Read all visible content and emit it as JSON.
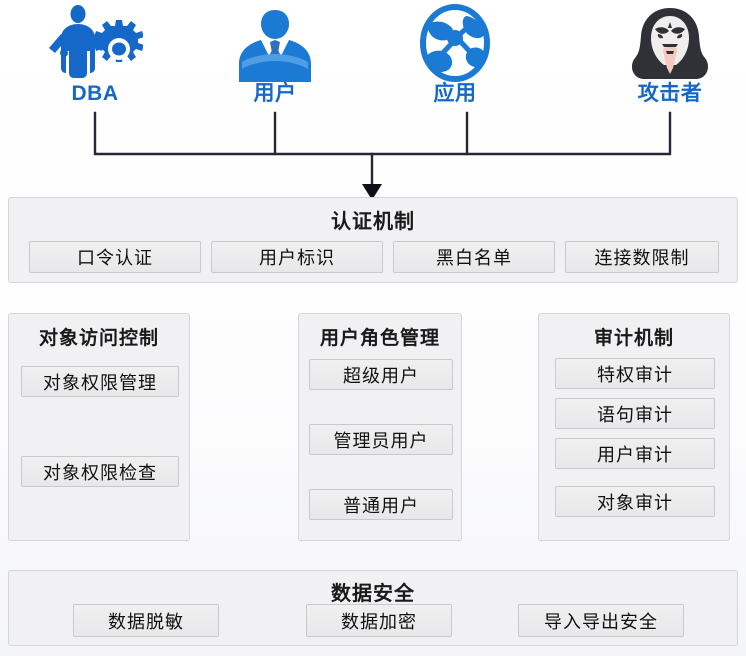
{
  "actors": [
    {
      "id": "dba",
      "label": "DBA",
      "icon": "dba-gear-person-icon"
    },
    {
      "id": "user",
      "label": "用户",
      "icon": "business-user-icon"
    },
    {
      "id": "app",
      "label": "应用",
      "icon": "application-network-globe-icon"
    },
    {
      "id": "attacker",
      "label": "攻击者",
      "icon": "hacker-mask-icon"
    }
  ],
  "auth": {
    "title": "认证机制",
    "items": [
      {
        "label": "口令认证"
      },
      {
        "label": "用户标识"
      },
      {
        "label": "黑白名单"
      },
      {
        "label": "连接数限制"
      }
    ]
  },
  "columns": [
    {
      "id": "object-access-control",
      "title": "对象访问控制",
      "items": [
        {
          "label": "对象权限管理"
        },
        {
          "label": "对象权限检查"
        }
      ]
    },
    {
      "id": "user-role-management",
      "title": "用户角色管理",
      "items": [
        {
          "label": "超级用户"
        },
        {
          "label": "管理员用户"
        },
        {
          "label": "普通用户"
        }
      ]
    },
    {
      "id": "audit-mechanism",
      "title": "审计机制",
      "items": [
        {
          "label": "特权审计"
        },
        {
          "label": "语句审计"
        },
        {
          "label": "用户审计"
        },
        {
          "label": "对象审计"
        }
      ]
    }
  ],
  "data_security": {
    "title": "数据安全",
    "items": [
      {
        "label": "数据脱敏"
      },
      {
        "label": "数据加密"
      },
      {
        "label": "导入导出安全"
      }
    ]
  },
  "colors": {
    "actor_blue": "#1668c8",
    "icon_blue": "#1b7ad4",
    "hacker_dark": "#2f3136",
    "panel_bg": "#f1f1f3",
    "panel_border": "#d6d6da",
    "chip_bg": "#ececed",
    "chip_border": "#c9c9cd",
    "connector": "#2b2438"
  },
  "connector": {
    "name": "actors-to-auth-flow",
    "arrow_direction": "down"
  }
}
